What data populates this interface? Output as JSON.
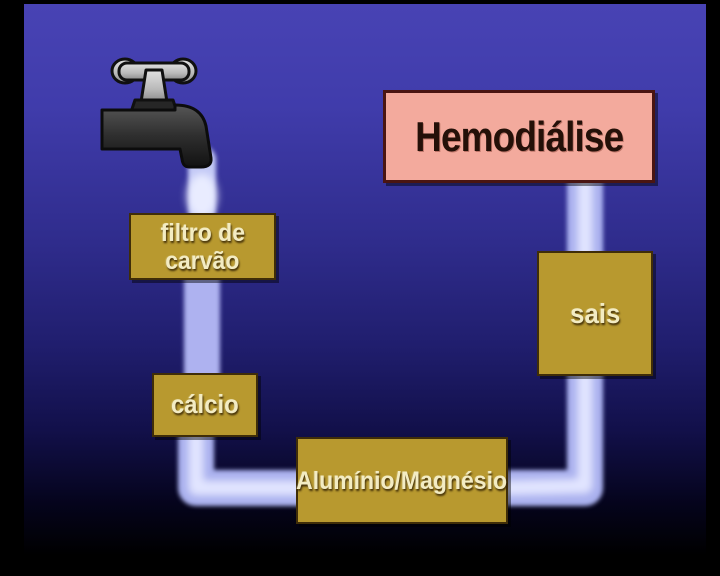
{
  "diagram": {
    "title": "Hemodiálise",
    "boxes": {
      "hemodialise": {
        "label": "Hemodiálise",
        "bg": "#f3aa9d",
        "text_color": "#241008",
        "border_color": "#4a1512"
      },
      "filtro": {
        "line1": "filtro de",
        "line2": "carvão",
        "bg": "#b8992f",
        "text_color": "#f3ecc3"
      },
      "calcio": {
        "label": "cálcio",
        "bg": "#b8992f",
        "text_color": "#f3ecc3"
      },
      "aluminio": {
        "label": "Alumínio/Magnésio",
        "bg": "#b8992f",
        "text_color": "#f3ecc3"
      },
      "sais": {
        "label": "sais",
        "bg": "#b8992f",
        "text_color": "#f3ecc3"
      }
    },
    "icons": {
      "faucet": "faucet-icon"
    },
    "pipe": {
      "outer_color": "#a9b0ee",
      "core_color": "#e2e5ff",
      "violet_core": "#7c7fdd"
    },
    "background": {
      "top": "#4843b4",
      "middle": "#272470",
      "bottom": "#000000",
      "frame": "#000000"
    }
  }
}
